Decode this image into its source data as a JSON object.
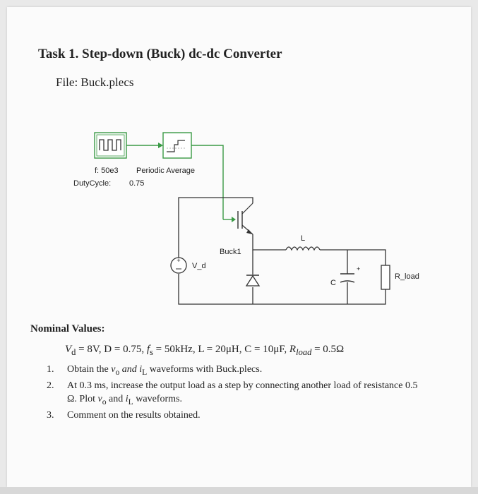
{
  "document": {
    "title": "Task 1. Step-down (Buck) dc-dc Converter",
    "file": "File: Buck.plecs"
  },
  "circuit": {
    "pwm_freq": "f: 50e3",
    "periodic_average": "Periodic Average",
    "duty_cycle_label": "DutyCycle:",
    "duty_cycle_value": "0.75",
    "source": "V_d",
    "switch": "Buck1",
    "inductor": "L",
    "capacitor": "C",
    "load": "R_load"
  },
  "nominal": {
    "heading": "Nominal Values:",
    "equation": {
      "vd": "V",
      "vd_sub": "d",
      "vd_val": " = 8V, D = 0.75, ",
      "fs": "f",
      "fs_sub": "s",
      "fs_val": " = 50kHz, L = 20μH, C = 10μF, ",
      "rl": "R",
      "rl_sub": "load",
      "rl_val": " = 0.5Ω"
    }
  },
  "tasks": [
    {
      "num": "1.",
      "line1_a": "Obtain the ",
      "line1_b": "v",
      "line1_b_sub": "o",
      "line1_c": " and i",
      "line1_c_sub": "L",
      "line1_d": " waveforms with Buck.plecs."
    },
    {
      "num": "2.",
      "line1": "At 0.3 ms, increase the output load as a step by connecting another load of resistance 0.5",
      "line2_a": "Ω. Plot ",
      "line2_b": "v",
      "line2_b_sub": "o",
      "line2_c": " and ",
      "line2_d": "i",
      "line2_d_sub": "L",
      "line2_e": " waveforms."
    },
    {
      "num": "3.",
      "line1": "Comment on the results obtained."
    }
  ],
  "colors": {
    "wire_green": "#3a9a45",
    "wire_dark": "#333333",
    "text": "#222222"
  }
}
